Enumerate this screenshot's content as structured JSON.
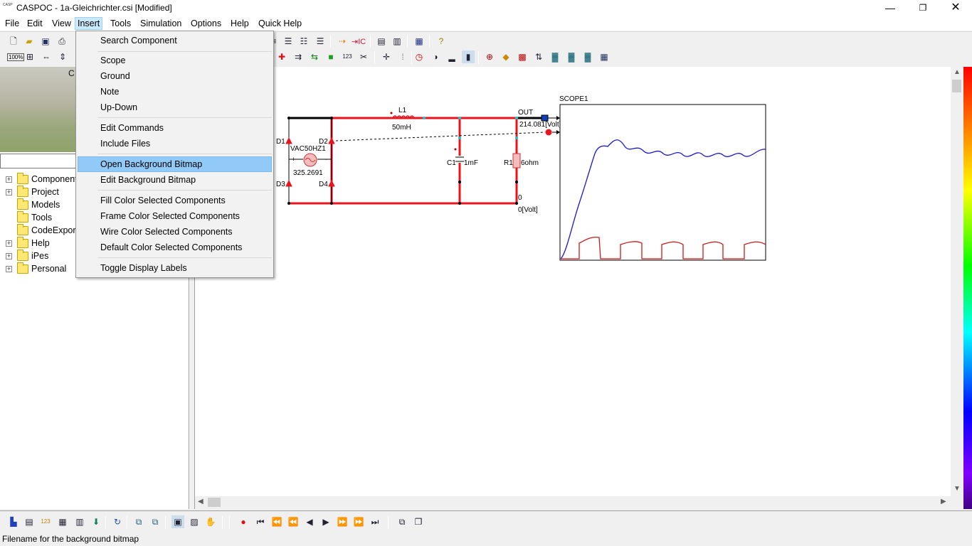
{
  "window": {
    "title": "CASPOC - 1a-Gleichrichter.csi [Modified]",
    "icon_text": "CASPOC",
    "minimize": "—",
    "maximize": "❐",
    "close": "✕"
  },
  "menubar": [
    "File",
    "Edit",
    "View",
    "Insert",
    "Tools",
    "Simulation",
    "Options",
    "Help",
    "Quick Help"
  ],
  "insert_menu": {
    "items": [
      "Search Component",
      "Scope",
      "Ground",
      "Note",
      "Up-Down",
      "Edit Commands",
      "Include Files",
      "Open Background Bitmap",
      "Edit Background Bitmap",
      "Fill Color Selected Components",
      "Frame Color Selected Components",
      "Wire Color Selected Components",
      "Default Color Selected Components",
      "Toggle Display Labels"
    ],
    "highlighted": "Open Background Bitmap"
  },
  "left_panel": {
    "photo_label": "C",
    "search_value": "",
    "tree": [
      {
        "label": "Components",
        "expandable": true
      },
      {
        "label": "Project",
        "expandable": true
      },
      {
        "label": "Models",
        "expandable": false
      },
      {
        "label": "Tools",
        "expandable": false
      },
      {
        "label": "CodeExport",
        "expandable": false
      },
      {
        "label": "Help",
        "expandable": true
      },
      {
        "label": "iPes",
        "expandable": true
      },
      {
        "label": "Personal",
        "expandable": true
      }
    ]
  },
  "toolbar1": {
    "zoom_label": "100%",
    "ic_label": "IC"
  },
  "circuit": {
    "inductor_name": "L1",
    "inductor_value": "50mH",
    "diodes": [
      "D1",
      "D2",
      "D3",
      "D4"
    ],
    "source_name": "VAC50HZ1",
    "source_value": "325.2691",
    "plus": "+",
    "minus": "-",
    "capacitor_name": "C1",
    "capacitor_value": "1mF",
    "resistor_name": "R1",
    "resistor_value": "6ohm",
    "out_label": "OUT",
    "out_voltage": "214.081[Volt]",
    "gnd_node": "0",
    "gnd_voltage": "0[Volt]",
    "scope_title": "SCOPE1"
  },
  "colors": {
    "wire": "#e8141e",
    "scope_trace_1": "#1a1acc",
    "scope_trace_2": "#cc1a1a",
    "menu_highlight": "#91c9f7"
  },
  "status": "Filename for the background bitmap"
}
